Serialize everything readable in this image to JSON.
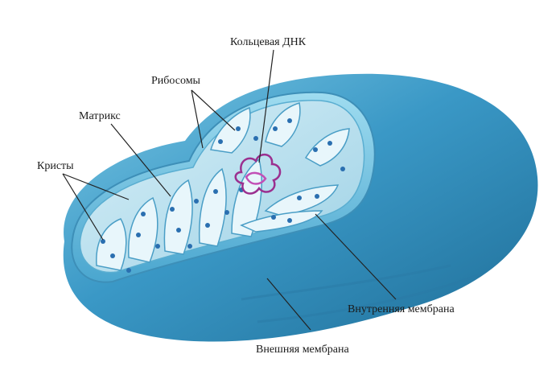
{
  "labels": {
    "dna": "Кольцевая ДНК",
    "ribosomes": "Рибосомы",
    "matrix": "Матрикс",
    "cristae": "Кристы",
    "inner_membrane": "Внутренняя мембрана",
    "outer_membrane": "Внешняя мембрана"
  },
  "colors": {
    "outer_membrane": "#2f86b6",
    "inner_space": "#bfe3f0",
    "cristae": "#dff2f8",
    "ribosome": "#2a6fb0",
    "dna": "#9b2f8f"
  }
}
